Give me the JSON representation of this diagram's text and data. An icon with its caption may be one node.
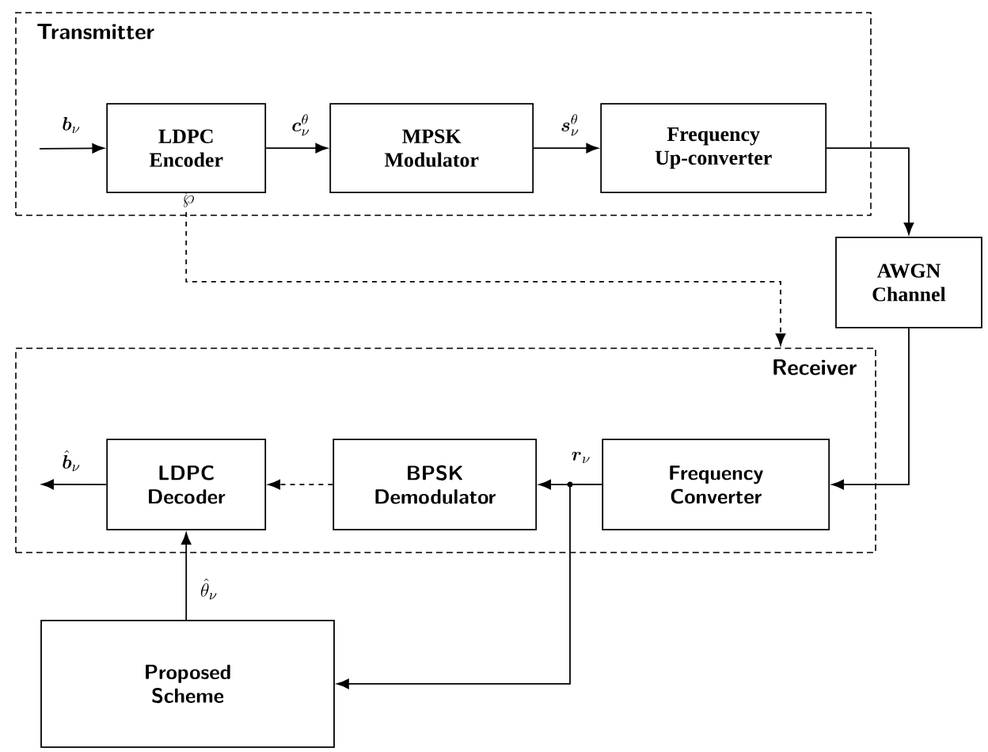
{
  "diagram": {
    "nodes": [
      {
        "text": [
          "Transmitter"
        ]
      },
      {
        "text": [
          "LDPC Encoder"
        ],
        "in": 0
      },
      {
        "text": [
          "MPSK Modulator"
        ],
        "in": 0
      },
      {
        "text": [
          "Frequency Up-converter"
        ],
        "in": 0
      },
      {
        "text": [
          "AWGN Channel"
        ]
      },
      {
        "text": [
          "Receiver"
        ]
      },
      {
        "text": [
          "LDPC Decoder"
        ],
        "in": 5
      },
      {
        "text": [
          "BPSK Demodulator"
        ],
        "in": 5
      },
      {
        "text": [
          "Frequency Converter"
        ],
        "in": 5
      },
      {
        "text": [
          "Proposed Scheme"
        ]
      }
    ],
    "edges": [
      {
        "from": null,
        "to": 1,
        "arrow": "to",
        "label": "\\boldsymbol{b}_{\\nu}"
      },
      {
        "from": 1,
        "to": 2,
        "arrow": "to",
        "label": "\\boldsymbol{c}_{\\nu}^{\\theta}"
      },
      {
        "from": 2,
        "to": 3,
        "arrow": "to",
        "label": "\\boldsymbol{s}_{\\nu}^{\\theta}"
      },
      {
        "from": 3,
        "to": 4,
        "arrow": "to"
      },
      {
        "from": 4,
        "to": 8,
        "arrow": "to"
      },
      {
        "from": 8,
        "to": 7,
        "arrow": "to",
        "label": "\\boldsymbol{r}_{\\nu}"
      },
      {
        "from": 7,
        "to": 6,
        "arrow": "to",
        "style": "dashed"
      },
      {
        "from": 6,
        "to": null,
        "arrow": "to",
        "label": "\\hat{\\boldsymbol{b}}_{\\nu}"
      },
      {
        "from": 9,
        "to": 6,
        "arrow": "to",
        "label": "\\hat{\\theta}_{\\nu}"
      },
      {
        "from": 8,
        "to": 9,
        "arrow": "to"
      },
      {
        "from": 1,
        "to": 5,
        "arrow": "to",
        "style": "dashed",
        "label": "\\wp"
      }
    ]
  }
}
